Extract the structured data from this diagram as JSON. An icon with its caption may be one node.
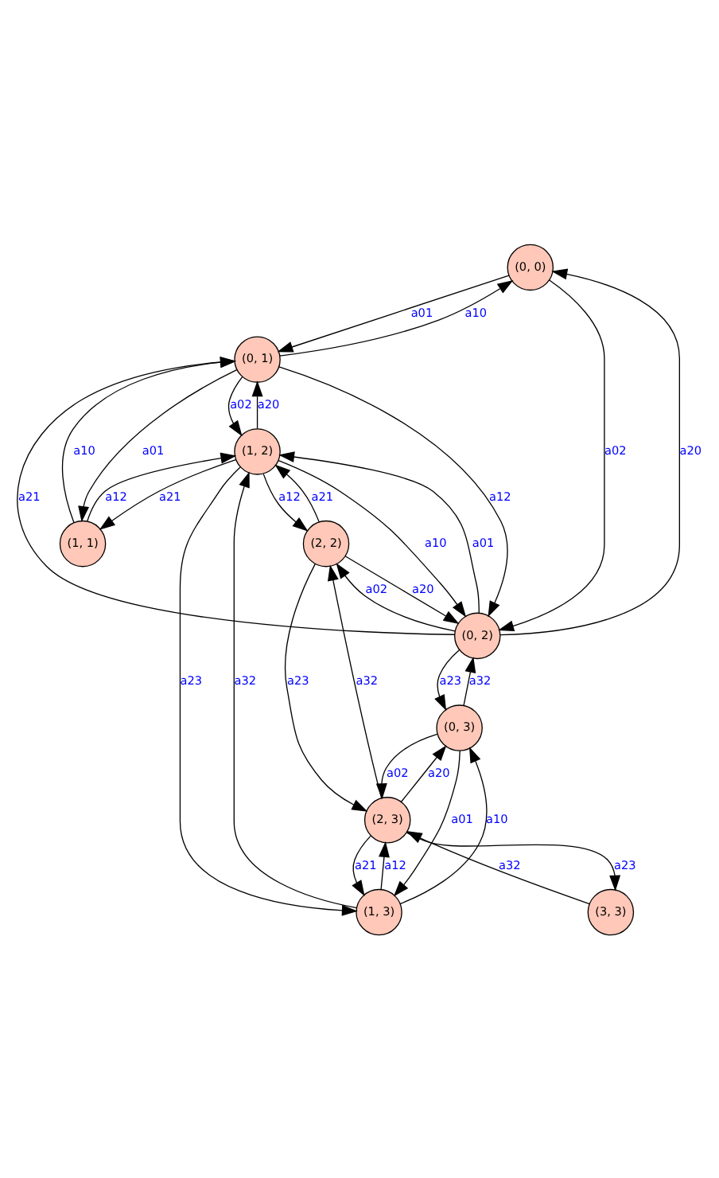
{
  "diagram": {
    "nodes": [
      {
        "text": [
          "(0, 0)"
        ]
      },
      {
        "text": [
          "(0, 1)"
        ]
      },
      {
        "text": [
          "(1, 1)"
        ]
      },
      {
        "text": [
          "(0, 2)"
        ]
      },
      {
        "text": [
          "(1, 2)"
        ]
      },
      {
        "text": [
          "(0, 3)"
        ]
      },
      {
        "text": [
          "(1, 3)"
        ]
      },
      {
        "text": [
          "(2, 2)"
        ]
      },
      {
        "text": [
          "(2, 3)"
        ]
      },
      {
        "text": [
          "(3, 3)"
        ]
      }
    ],
    "edges": [
      {
        "from": 0,
        "to": 1,
        "arrow": "to",
        "label": "a01"
      },
      {
        "from": 0,
        "to": 3,
        "arrow": "to",
        "label": "a02"
      },
      {
        "from": 1,
        "to": 0,
        "arrow": "to",
        "label": "a10"
      },
      {
        "from": 1,
        "to": 2,
        "arrow": "to",
        "label": "a01"
      },
      {
        "from": 1,
        "to": 4,
        "arrow": "to",
        "label": "a02"
      },
      {
        "from": 1,
        "to": 3,
        "arrow": "to",
        "label": "a12"
      },
      {
        "from": 2,
        "to": 1,
        "arrow": "to",
        "label": "a10"
      },
      {
        "from": 2,
        "to": 4,
        "arrow": "to",
        "label": "a12"
      },
      {
        "from": 3,
        "to": 0,
        "arrow": "to",
        "label": "a20"
      },
      {
        "from": 3,
        "to": 4,
        "arrow": "to",
        "label": "a01"
      },
      {
        "from": 3,
        "to": 7,
        "arrow": "to",
        "label": "a02"
      },
      {
        "from": 3,
        "to": 1,
        "arrow": "to",
        "label": "a21"
      },
      {
        "from": 3,
        "to": 5,
        "arrow": "to",
        "label": "a23"
      },
      {
        "from": 4,
        "to": 3,
        "arrow": "to",
        "label": "a10"
      },
      {
        "from": 4,
        "to": 7,
        "arrow": "to",
        "label": "a12"
      },
      {
        "from": 4,
        "to": 2,
        "arrow": "to",
        "label": "a21"
      },
      {
        "from": 4,
        "to": 1,
        "arrow": "to",
        "label": "a20"
      },
      {
        "from": 4,
        "to": 6,
        "arrow": "to",
        "label": "a23"
      },
      {
        "from": 7,
        "to": 3,
        "arrow": "to",
        "label": "a20"
      },
      {
        "from": 7,
        "to": 4,
        "arrow": "to",
        "label": "a21"
      },
      {
        "from": 7,
        "to": 8,
        "arrow": "to",
        "label": "a23"
      },
      {
        "from": 5,
        "to": 6,
        "arrow": "to",
        "label": "a01"
      },
      {
        "from": 5,
        "to": 8,
        "arrow": "to",
        "label": "a02"
      },
      {
        "from": 5,
        "to": 3,
        "arrow": "to",
        "label": "a32"
      },
      {
        "from": 6,
        "to": 5,
        "arrow": "to",
        "label": "a10"
      },
      {
        "from": 6,
        "to": 8,
        "arrow": "to",
        "label": "a12"
      },
      {
        "from": 6,
        "to": 4,
        "arrow": "to",
        "label": "a32"
      },
      {
        "from": 8,
        "to": 5,
        "arrow": "to",
        "label": "a20"
      },
      {
        "from": 8,
        "to": 6,
        "arrow": "to",
        "label": "a21"
      },
      {
        "from": 8,
        "to": 9,
        "arrow": "to",
        "label": "a23"
      },
      {
        "from": 8,
        "to": 7,
        "arrow": "to",
        "label": "a32"
      },
      {
        "from": 9,
        "to": 8,
        "arrow": "to",
        "label": "a32"
      }
    ]
  }
}
